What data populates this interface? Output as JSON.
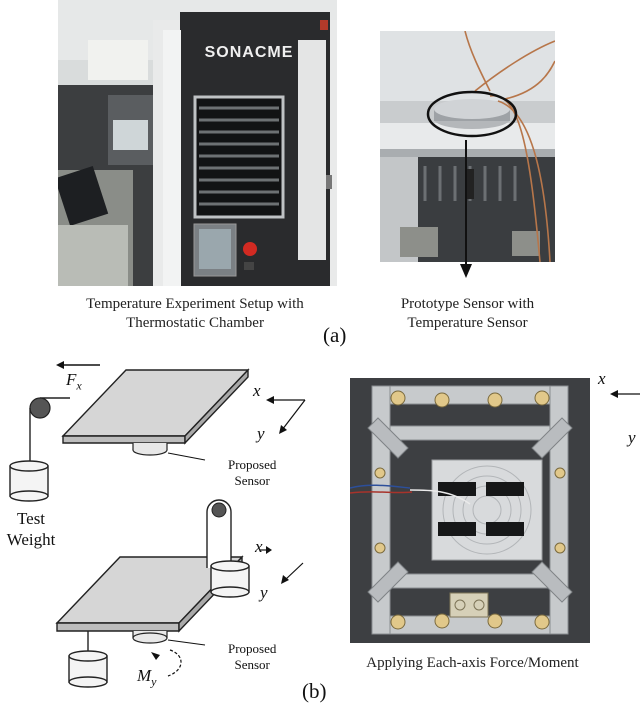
{
  "figure": {
    "top": {
      "left_caption_line1": "Temperature Experiment Setup with",
      "left_caption_line2": "Thermostatic Chamber",
      "right_caption_line1": "Prototype Sensor with",
      "right_caption_line2": "Temperature Sensor",
      "panel_label": "(a)",
      "brand_text": "SONACME"
    },
    "bottom": {
      "force_label": "F",
      "force_sub": "x",
      "axis_x": "x",
      "axis_y": "y",
      "moment_label": "M",
      "moment_sub": "y",
      "sensor_label_line1": "Proposed",
      "sensor_label_line2": "Sensor",
      "weight_label_line1": "Test",
      "weight_label_line2": "Weight",
      "photo_caption": "Applying Each-axis Force/Moment",
      "panel_label": "(b)"
    }
  }
}
